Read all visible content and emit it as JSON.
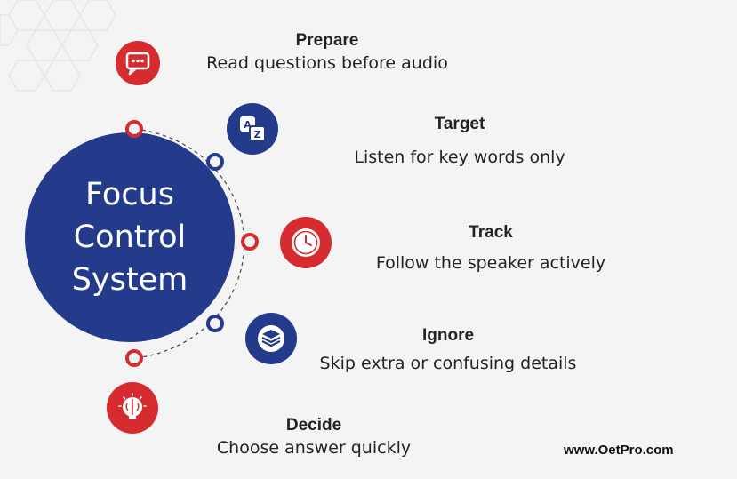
{
  "center_title": [
    "Focus",
    "Control",
    "System"
  ],
  "steps": [
    {
      "title": "Prepare",
      "desc": "Read questions before audio",
      "icon": "chat-bubble-icon",
      "color": "#d72c2f"
    },
    {
      "title": "Target",
      "desc": "Listen for key words only",
      "icon": "translate-icon",
      "color": "#243b8c"
    },
    {
      "title": "Track",
      "desc": "Follow the speaker actively",
      "icon": "clock-icon",
      "color": "#d72c2f"
    },
    {
      "title": "Ignore",
      "desc": "Skip extra or confusing details",
      "icon": "layers-icon",
      "color": "#243b8c"
    },
    {
      "title": "Decide",
      "desc": "Choose answer quickly",
      "icon": "brain-bulb-icon",
      "color": "#d72c2f"
    }
  ],
  "footer": "www.OetPro.com"
}
